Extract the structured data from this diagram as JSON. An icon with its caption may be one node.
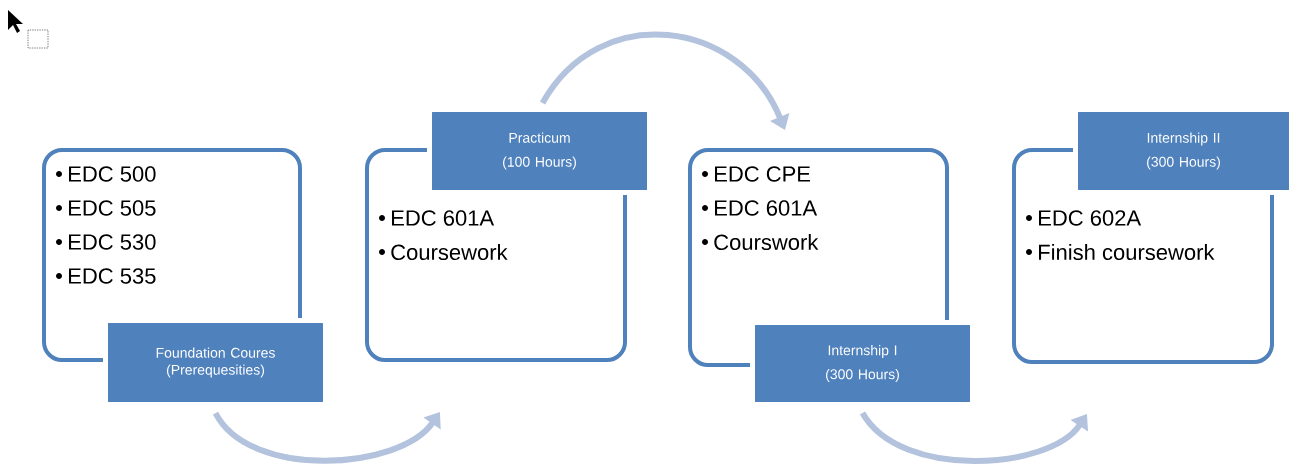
{
  "diagram": {
    "nodes": [
      {
        "text": [
          "EDC 500",
          "EDC 505",
          "EDC 530",
          "EDC 535"
        ]
      },
      {
        "text": [
          "Foundation Coures (Prerequesities)"
        ]
      },
      {
        "text": [
          "Practicum",
          "(100 Hours)"
        ]
      },
      {
        "text": [
          "EDC 601A",
          "Coursework"
        ]
      },
      {
        "text": [
          "EDC CPE",
          "EDC 601A",
          "Courswork"
        ]
      },
      {
        "text": [
          "Internship I",
          "(300 Hours)"
        ]
      },
      {
        "text": [
          "Internship II",
          "(300 Hours)"
        ]
      },
      {
        "text": [
          "EDC 602A",
          "Finish coursework"
        ]
      }
    ],
    "edges": [
      {
        "from": 1,
        "to": 3,
        "arrow": "to"
      },
      {
        "from": 2,
        "to": 4,
        "arrow": "to"
      },
      {
        "from": 5,
        "to": 7,
        "arrow": "to"
      }
    ]
  }
}
